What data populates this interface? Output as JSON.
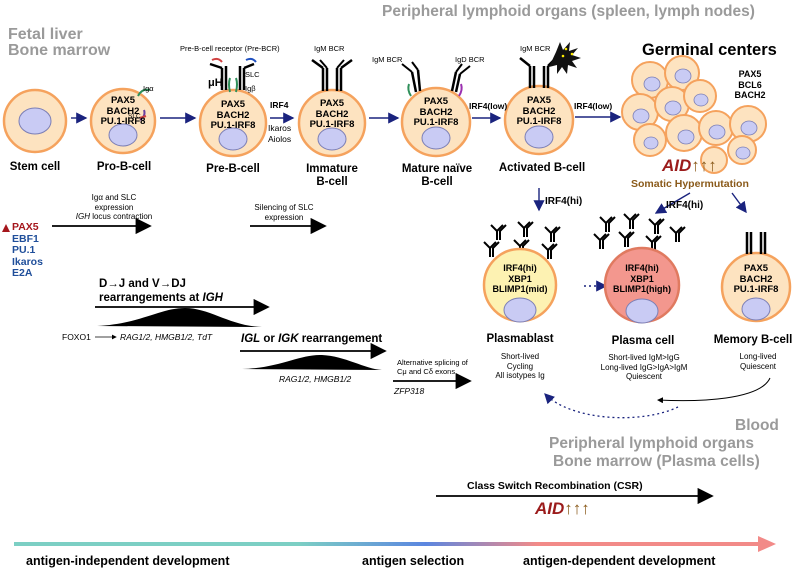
{
  "headers": {
    "fetal_liver": "Fetal liver",
    "bone_marrow": "Bone marrow",
    "peripheral": "Peripheral lymphoid organs (spleen, lymph nodes)",
    "germinal_centers": "Germinal centers",
    "blood": "Blood",
    "peripheral2": "Peripheral lymphoid organs",
    "bone_marrow_plasma": "Bone marrow (Plasma cells)"
  },
  "cells": {
    "stem": "Stem cell",
    "pro_b": "Pro-B-cell",
    "pre_b": "Pre-B-cell",
    "immature_1": "Immature",
    "immature_2": "B-cell",
    "mature_1": "Mature naïve",
    "mature_2": "B-cell",
    "activated": "Activated B-cell",
    "plasmablast": "Plasmablast",
    "plasma": "Plasma cell",
    "memory": "Memory B-cell"
  },
  "factors": {
    "pax5": "PAX5",
    "bach2": "BACH2",
    "pu1_irf8": "PU.1-IRF8",
    "bcl6": "BCL6",
    "irf4hi": "IRF4(hi)",
    "xbp1": "XBP1",
    "blimp1mid": "BLIMP1(mid)",
    "blimp1high": "BLIMP1(high)"
  },
  "labels": {
    "ig_alpha": "Igα",
    "ig_beta": "Igβ",
    "slc": "SLC",
    "slc_small": "SLC",
    "mu_h": "μH",
    "pre_bcr": "Pre-B-cell receptor (Pre-BCR)",
    "igm_bcr_1": "IgM BCR",
    "igm_bcr_2": "IgM BCR",
    "igd_bcr": "IgD BCR",
    "igm_bcr_3": "IgM BCR",
    "irf4": "IRF4",
    "ikaros": "Ikaros",
    "aiolos": "Aiolos",
    "irf4_low_1": "IRF4(low)",
    "irf4_low_2": "IRF4(low)",
    "irf4_hi_1": "IRF4(hi)",
    "irf4_hi_2": "IRF4(hi)",
    "aid": "AID",
    "aid_arrows": "↑↑↑",
    "somatic": "Somatic Hypermutation"
  },
  "left_factors": [
    "PAX5",
    "EBF1",
    "PU.1",
    "Ikaros",
    "E2A"
  ],
  "notes": {
    "sl_igalpha": "Igα and SLC",
    "sl_expression": "expression",
    "sl_igh": "IGH",
    "sl_contraction": " locus contraction",
    "silencing_1": "Silencing of SLC",
    "silencing_2": "expression",
    "dj_1": "D→J and V→DJ",
    "dj_2a": "rearrangements at ",
    "dj_2b": "IGH",
    "foxo1": "FOXO1",
    "rag_tdt": "RAG1/2, HMGB1/2, TdT",
    "igl_a": "IGL",
    "igl_b": " or ",
    "igl_c": "IGK",
    "igl_d": " rearrangement",
    "rag_hmgb": "RAG1/2, HMGB1/2",
    "alt_1": "Alternative splicing of",
    "alt_2": "Cμ and Cδ exons",
    "zfp": "ZFP318",
    "pb_1": "Short-lived",
    "pb_2": "Cycling",
    "pb_3": "All isotypes Ig",
    "pc_1": "Short-lived IgM>IgG",
    "pc_2": "Long-lived IgG>IgA>IgM",
    "pc_3": "Quiescent",
    "mem_1": "Long-lived",
    "mem_2": "Quiescent",
    "csr": "Class Switch Recombination (CSR)"
  },
  "stages": {
    "independent": "antigen-independent development",
    "selection": "antigen selection",
    "dependent": "antigen-dependent development"
  },
  "colors": {
    "cell_fill": "#fde3c0",
    "cell_border": "#f5a25d",
    "nucleus": "#c9cbf4",
    "nucleus_border": "#7c7fb5",
    "plasmablast_fill": "#fdf2b2",
    "plasma_fill": "#f3978e",
    "aid_red": "#9b1b1b",
    "aid_brown": "#8a5a1a",
    "pax5_red": "#a5161c",
    "tf_blue": "#1f4e9a",
    "navy": "#1a237e",
    "grey_header": "#9a9a9a",
    "stage_teal": "#7ccfc4",
    "stage_blue": "#5b86e0",
    "stage_pink": "#f28a88"
  }
}
